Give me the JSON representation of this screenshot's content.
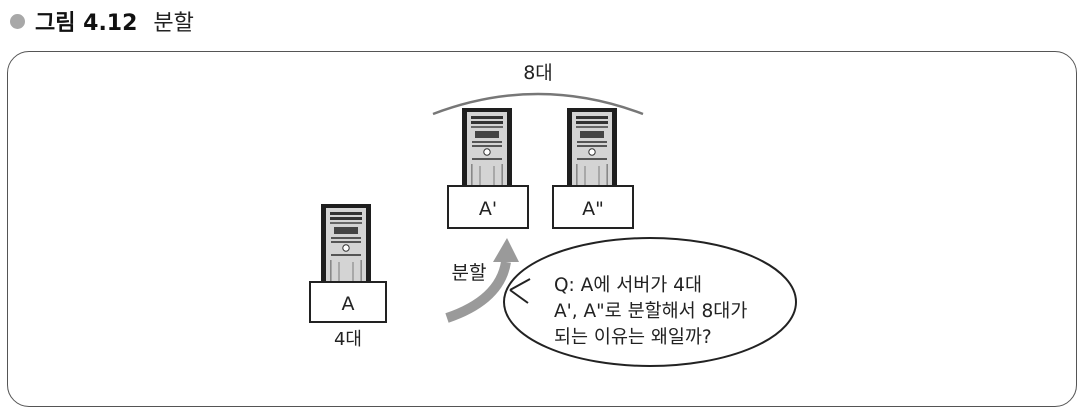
{
  "figure": {
    "label": "그림 4.12",
    "caption": "분할"
  },
  "diagram": {
    "total_label": "8대",
    "original": {
      "box_label": "A",
      "count_label": "4대"
    },
    "split_servers": [
      {
        "box_label": "A'"
      },
      {
        "box_label": "A\""
      }
    ],
    "arrow_label": "분할",
    "question_lines": [
      "Q: A에 서버가 4대",
      "A', A\"로 분할해서 8대가",
      "되는 이유는 왜일까?"
    ]
  },
  "icons": [
    "server-tower-icon",
    "curved-arrow-icon",
    "speech-bubble-icon"
  ],
  "colors": {
    "bullet": "#a8a8a8",
    "arrow": "#9a9a9a",
    "server_body": "#d4d4d4",
    "server_frame": "#262626"
  }
}
